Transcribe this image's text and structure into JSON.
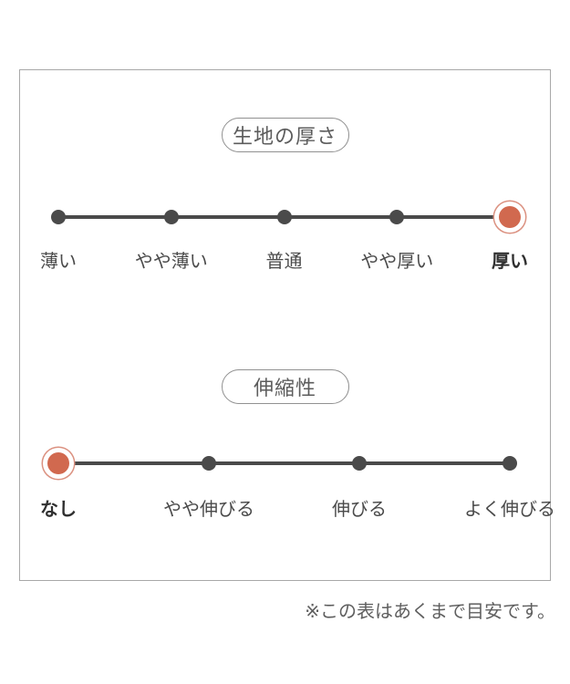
{
  "panel": {
    "scales": [
      {
        "title": "生地の厚さ",
        "options": [
          {
            "label": "薄い",
            "selected": false
          },
          {
            "label": "やや薄い",
            "selected": false
          },
          {
            "label": "普通",
            "selected": false
          },
          {
            "label": "やや厚い",
            "selected": false
          },
          {
            "label": "厚い",
            "selected": true
          }
        ]
      },
      {
        "title": "伸縮性",
        "options": [
          {
            "label": "なし",
            "selected": true
          },
          {
            "label": "やや伸びる",
            "selected": false
          },
          {
            "label": "伸びる",
            "selected": false
          },
          {
            "label": "よく伸びる",
            "selected": false
          }
        ]
      }
    ]
  },
  "note": "※この表はあくまで目安です。",
  "colors": {
    "accent": "#d1694f",
    "accent_ring": "#db9180",
    "track": "#4a4a4a",
    "label": "#4a4a4a",
    "label_selected": "#2f2f2f",
    "frame_border": "#a8a8a8",
    "pill_border": "#919191",
    "pill_text": "#5c5c5c",
    "note_text": "#5f5f5f"
  },
  "chart_data": [
    {
      "type": "scale",
      "title": "生地の厚さ",
      "categories": [
        "薄い",
        "やや薄い",
        "普通",
        "やや厚い",
        "厚い"
      ],
      "selected": "厚い",
      "selected_index": 4,
      "num_stops": 5,
      "legend_position": "none",
      "grid": false
    },
    {
      "type": "scale",
      "title": "伸縮性",
      "categories": [
        "なし",
        "やや伸びる",
        "伸びる",
        "よく伸びる"
      ],
      "selected": "なし",
      "selected_index": 0,
      "num_stops": 4,
      "legend_position": "none",
      "grid": false
    }
  ]
}
